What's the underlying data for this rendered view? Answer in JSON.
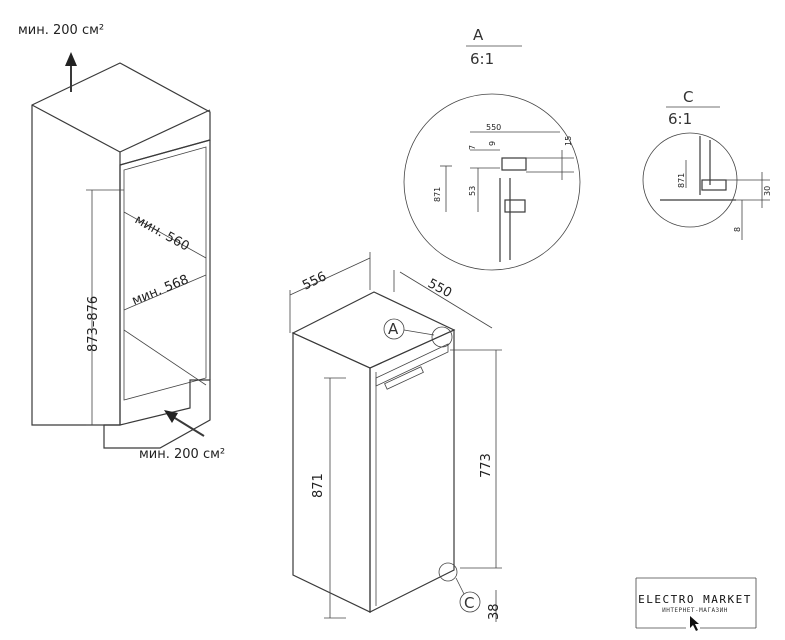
{
  "cabinet": {
    "vent_top": "мин. 200 см²",
    "vent_bottom": "мин. 200 см²",
    "min_depth": "мин. 560",
    "min_width": "мин. 568",
    "niche_height": "873–876"
  },
  "appliance": {
    "width": "556",
    "depth": "550",
    "height": "871",
    "hinge_height": "773",
    "bottom_gap": "38",
    "marker_a": "A",
    "marker_c": "C"
  },
  "detail_a": {
    "label": "A",
    "scale": "6:1",
    "dim_550": "550",
    "dim_15": "15",
    "dim_7": "7",
    "dim_9": "9",
    "dim_871": "871",
    "dim_53": "53"
  },
  "detail_c": {
    "label": "C",
    "scale": "6:1",
    "dim_871": "871",
    "dim_30": "30",
    "dim_8": "8"
  },
  "logo": {
    "title": "ELECTRO MARKET",
    "subtitle": "ИНТЕРНЕТ-МАГАЗИН"
  },
  "colors": {
    "line": "#3a3a3a",
    "text": "#222222"
  }
}
